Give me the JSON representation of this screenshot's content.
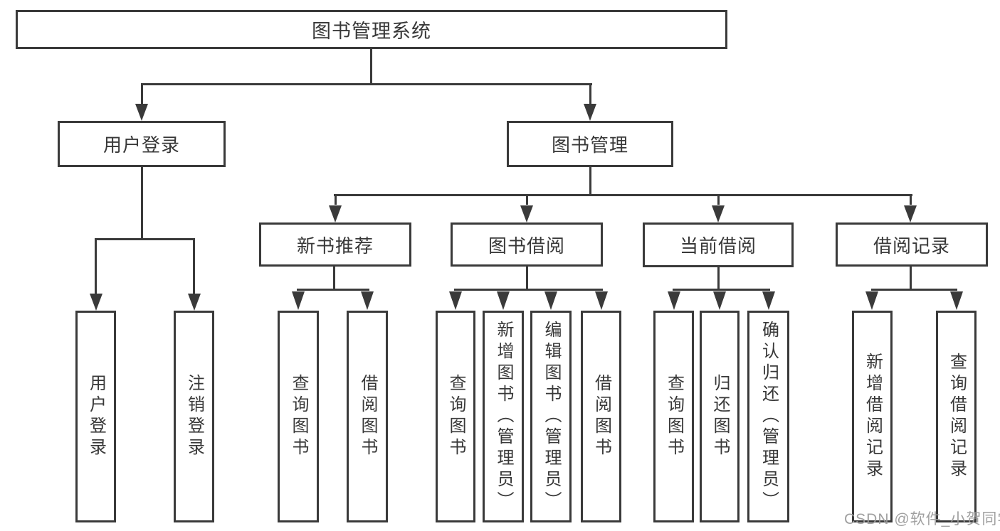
{
  "diagram": {
    "root": {
      "label": "图书管理系统"
    },
    "branches": [
      {
        "label": "用户登录",
        "leaves": [
          {
            "label": "用户登录"
          },
          {
            "label": "注销登录"
          }
        ]
      },
      {
        "label": "图书管理",
        "groups": [
          {
            "label": "新书推荐",
            "leaves": [
              {
                "label": "查询图书"
              },
              {
                "label": "借阅图书"
              }
            ]
          },
          {
            "label": "图书借阅",
            "leaves": [
              {
                "label": "查询图书"
              },
              {
                "label": "新增图书（管理员）"
              },
              {
                "label": "编辑图书（管理员）"
              },
              {
                "label": "借阅图书"
              }
            ]
          },
          {
            "label": "当前借阅",
            "leaves": [
              {
                "label": "查询图书"
              },
              {
                "label": "归还图书"
              },
              {
                "label": "确认归还（管理员）"
              }
            ]
          },
          {
            "label": "借阅记录",
            "leaves": [
              {
                "label": "新增借阅记录"
              },
              {
                "label": "查询借阅记录"
              }
            ]
          }
        ]
      }
    ]
  },
  "watermark": {
    "text": "CSDN @软件_小贺同学"
  },
  "colors": {
    "line": "#3a3a3a",
    "text": "#383838",
    "watermark": "#9b9b9b",
    "background": "#ffffff"
  }
}
